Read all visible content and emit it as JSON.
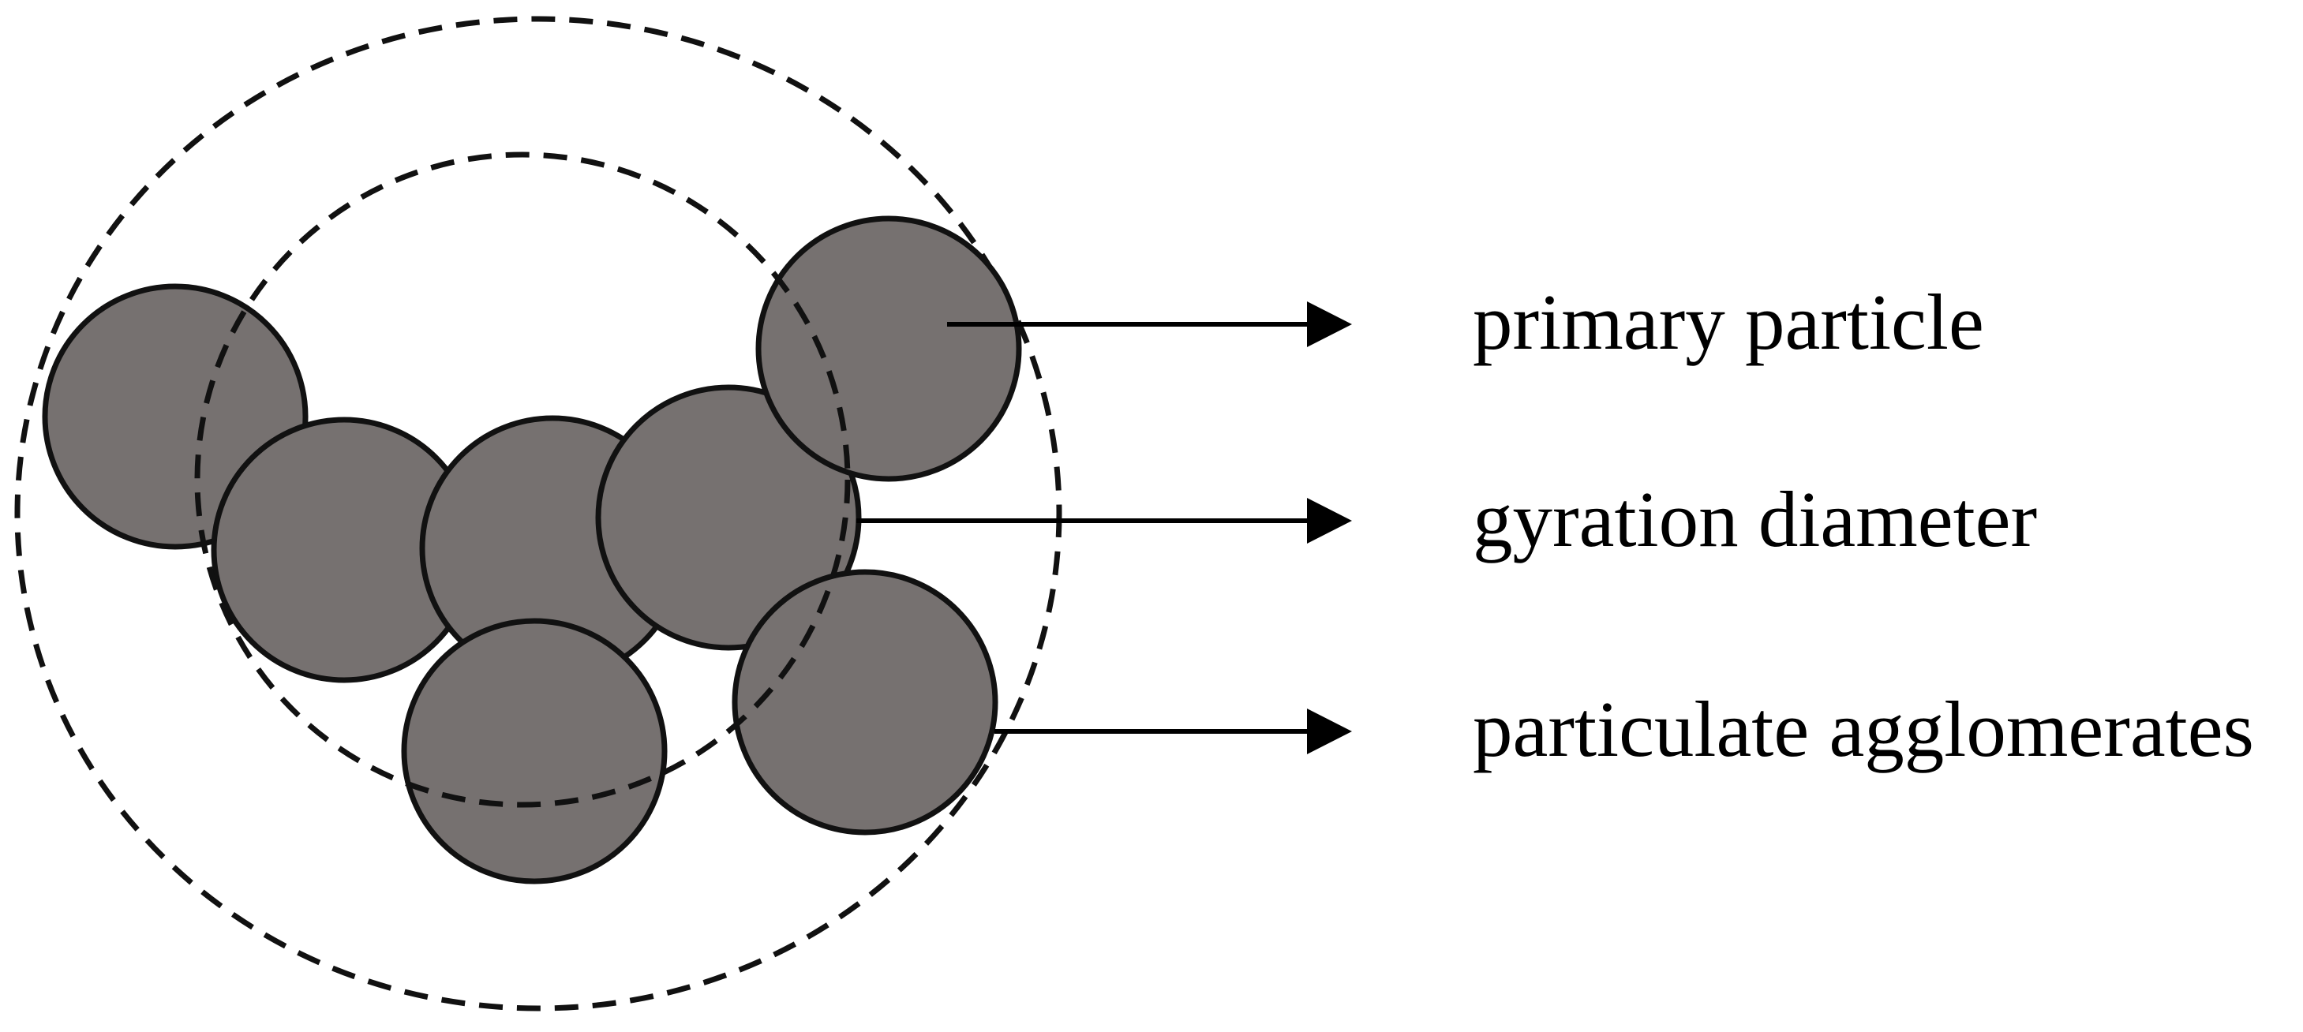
{
  "diagram": {
    "labels": {
      "primary_particle": "primary particle",
      "gyration_diameter": "gyration diameter",
      "particulate_agglomerates": "particulate agglomerates"
    },
    "colors": {
      "particle_fill": "#767170",
      "outline": "#111111",
      "background": "#ffffff"
    }
  }
}
